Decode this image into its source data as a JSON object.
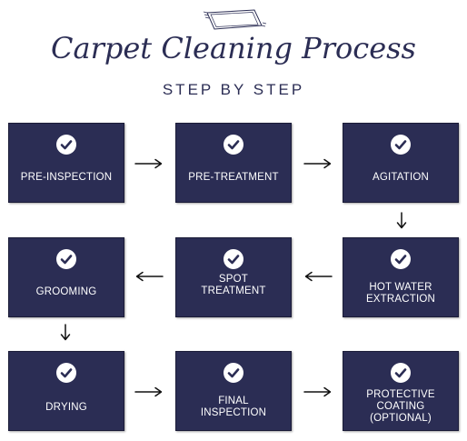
{
  "header": {
    "title": "Carpet Cleaning Process",
    "subtitle": "STEP BY STEP",
    "logo_icon": "carpet-icon"
  },
  "steps": [
    {
      "label": "PRE-INSPECTION",
      "icon": "check-icon"
    },
    {
      "label": "PRE-TREATMENT",
      "icon": "check-icon"
    },
    {
      "label": "AGITATION",
      "icon": "check-icon"
    },
    {
      "label": "HOT WATER\nEXTRACTION",
      "icon": "check-icon"
    },
    {
      "label": "SPOT\nTREATMENT",
      "icon": "check-icon"
    },
    {
      "label": "GROOMING",
      "icon": "check-icon"
    },
    {
      "label": "DRYING",
      "icon": "check-icon"
    },
    {
      "label": "FINAL\nINSPECTION",
      "icon": "check-icon"
    },
    {
      "label": "PROTECTIVE\nCOATING\n(OPTIONAL)",
      "icon": "check-icon"
    }
  ],
  "colors": {
    "box": "#2b2d54",
    "text": "#ffffff",
    "heading": "#2b2d54",
    "arrow": "#111111"
  }
}
